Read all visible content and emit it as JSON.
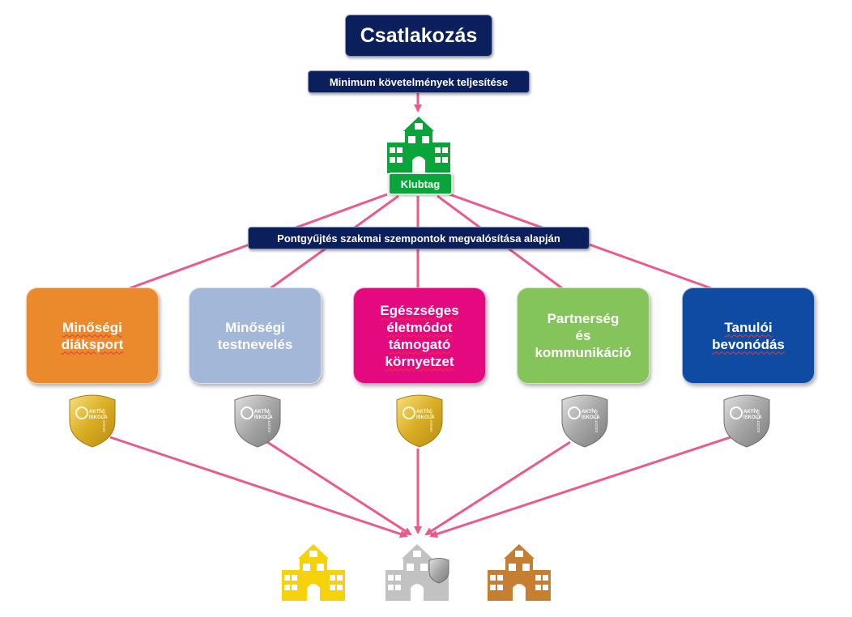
{
  "title": "Csatlakozás",
  "requirement_label": "Minimum követelmények teljesítése",
  "club_label": "Klubtag",
  "points_label": "Pontgyűjtés szakmai szempontok megvalósítása alapján",
  "colors": {
    "navy": "#0b1f5c",
    "connector": "#ea5a8c",
    "club_green": "#0aa53a",
    "gold": "#e2be38",
    "silver": "#9b9b9b",
    "bronze": "#c67f31"
  },
  "pillars": [
    {
      "label": "Minőségi\ndiáksport",
      "color": "#ea8a2d",
      "badge": "gold"
    },
    {
      "label": "Minőségi\ntestnevelés",
      "color": "#a3b7d8",
      "badge": "silver"
    },
    {
      "label": "Egészséges\néletmódot\ntámogató\nkörnyetzet",
      "color": "#e5097f",
      "badge": "gold"
    },
    {
      "label": "Partnerség\nés\nkommunikáció",
      "color": "#84c45a",
      "badge": "silver"
    },
    {
      "label": "Tanulói\nbevonódás",
      "color": "#0f4ba3",
      "badge": "silver"
    }
  ],
  "badges": {
    "gold": {
      "line1": "AKTÍV",
      "line2": "ISKOLA",
      "side": "ARANY SZINT"
    },
    "silver": {
      "line1": "AKTÍV",
      "line2": "ISKOLA",
      "side": "EZÜST SZINT"
    }
  },
  "result_schools": [
    {
      "level": "gold",
      "color": "#f5d20a"
    },
    {
      "level": "silver",
      "color": "#c2c2c2"
    },
    {
      "level": "bronze",
      "color": "#c67f31"
    }
  ]
}
